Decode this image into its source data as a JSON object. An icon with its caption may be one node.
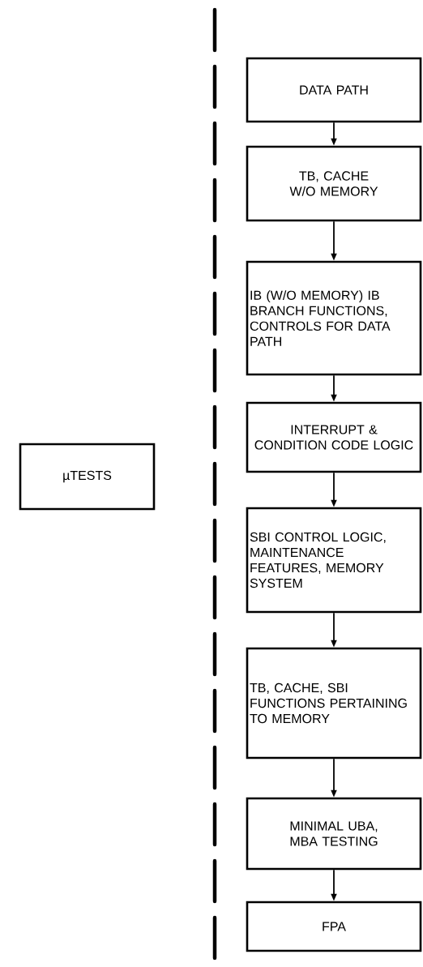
{
  "diagram": {
    "nodes": [
      {
        "text": [
          "µTESTS"
        ]
      },
      {
        "text": [
          "DATA PATH"
        ]
      },
      {
        "text": [
          "TB, CACHE W/O MEMORY"
        ]
      },
      {
        "text": [
          "IB (W/O MEMORY) IB BRANCH FUNCTIONS, CONTROLS FOR DATA PATH"
        ]
      },
      {
        "text": [
          "INTERRUPT & CONDITION CODE LOGIC"
        ]
      },
      {
        "text": [
          "SBI CONTROL LOGIC, MAINTENANCE FEATURES, MEMORY SYSTEM"
        ]
      },
      {
        "text": [
          "TB, CACHE, SBI FUNCTIONS PERTAINING TO MEMORY"
        ]
      },
      {
        "text": [
          "MINIMAL UBA, MBA TESTING"
        ]
      },
      {
        "text": [
          "FPA"
        ]
      }
    ],
    "edges": [
      {
        "from": 1,
        "to": 2,
        "arrow": "to"
      },
      {
        "from": 2,
        "to": 3,
        "arrow": "to"
      },
      {
        "from": 3,
        "to": 4,
        "arrow": "to"
      },
      {
        "from": 4,
        "to": 5,
        "arrow": "to"
      },
      {
        "from": 5,
        "to": 6,
        "arrow": "to"
      },
      {
        "from": 6,
        "to": 7,
        "arrow": "to"
      },
      {
        "from": 7,
        "to": 8,
        "arrow": "to"
      }
    ]
  }
}
